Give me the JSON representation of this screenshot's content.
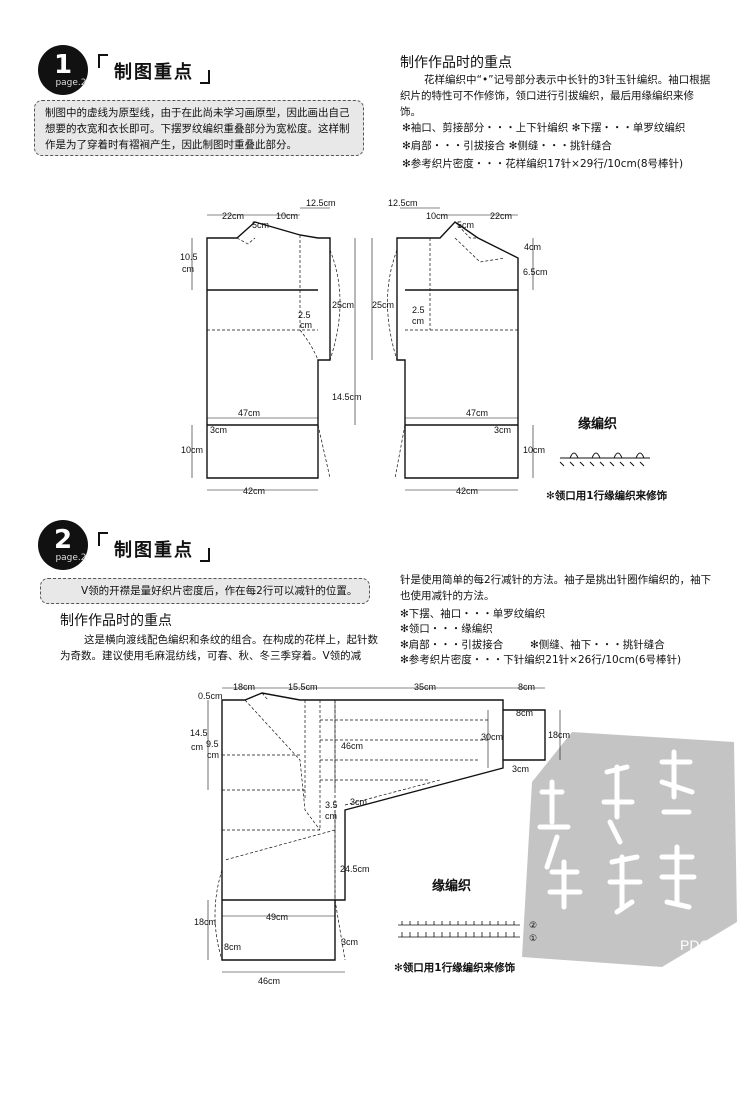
{
  "section1": {
    "number": "1",
    "page_tag": "page.2",
    "heading": "制图重点",
    "note": "制图中的虚线为原型线，由于在此尚未学习画原型，因此画出自己想要的衣宽和衣长即可。下摆罗纹编织重叠部分为宽松度。这样制作是为了穿着时有褶裥产生，因此制图时重叠此部分。",
    "points_title": "制作作品时的重点",
    "points_intro": "花样编织中“•”记号部分表示中长针的3针玉针编织。袖口根据织片的特性可不作修饰，领口进行引拔编织，最后用缘编织来修饰。",
    "bullets": [
      "✻袖口、剪接部分・・・上下针编织  ✻下摆・・・单罗纹编织",
      "✻肩部・・・引拔接合  ✻侧缝・・・挑针缝合",
      "✻参考织片密度・・・花样编织17针×29行/10cm(8号棒针)"
    ],
    "diagram_labels": {
      "w22": "22cm",
      "w10": "10cm",
      "w12_5": "12.5cm",
      "w5": "5cm",
      "h10_5": "10.5",
      "cm": "cm",
      "h25": "25cm",
      "h2_5": "2.5",
      "h14_5": "14.5cm",
      "w47": "47cm",
      "h3": "3cm",
      "h10": "10cm",
      "w42": "42cm",
      "h4": "4cm",
      "h6_5": "6.5cm"
    },
    "edge_title": "缘编织",
    "edge_note": "✻领口用1行缘编织来修饰"
  },
  "section2": {
    "number": "2",
    "page_tag": "page.2",
    "heading": "制图重点",
    "note": "V领的开襟是量好织片密度后，作在每2行可以减针的位置。",
    "points_title": "制作作品时的重点",
    "para_left": "这是横向渡线配色编织和条纹的组合。在构成的花样上，起针数为奇数。建议使用毛麻混纺线，可春、秋、冬三季穿着。V领的减",
    "para_right": "针是使用简单的每2行减针的方法。袖子是挑出针圈作编织的，袖下也使用减针的方法。",
    "bullets_left": [
      "✻下摆、袖口・・・单罗纹编织",
      "✻领口・・・缘编织",
      "✻肩部・・・引拔接合"
    ],
    "bullet_side": "✻侧缝、袖下・・・挑针缝合",
    "bullet_gauge": "✻参考织片密度・・・下针编织21针×26行/10cm(6号棒针)",
    "diagram_labels": {
      "w0_5": "0.5cm",
      "w18": "18cm",
      "w15_5": "15.5cm",
      "w35": "35cm",
      "w8": "8cm",
      "h14_5": "14.5",
      "cm": "cm",
      "h9_5": "9.5",
      "h46": "46cm",
      "h30": "30cm",
      "h18": "18cm",
      "h8": "8cm",
      "h3": "3cm",
      "h3_5": "3.5",
      "h24_5": "24.5cm",
      "w49": "49cm",
      "w46": "46cm"
    },
    "edge_title": "缘编织",
    "row_marks": [
      "②",
      "①"
    ],
    "edge_note": "✻领口用1行缘编织来修饰"
  },
  "seal": {
    "marks": [
      "PDG"
    ]
  }
}
